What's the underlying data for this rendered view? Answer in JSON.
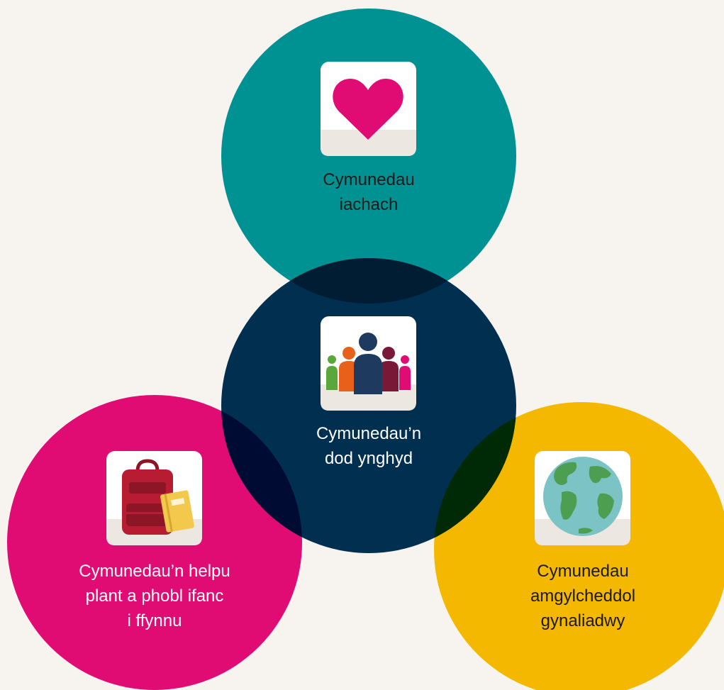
{
  "colors": {
    "background": "#f7f4f0",
    "teal": "#009192",
    "navy": "#002f50",
    "pink": "#e10b74",
    "yellow": "#f5b800",
    "icon_tile": "#ffffff",
    "icon_tile_base": "#ede7e1"
  },
  "circles": [
    {
      "id": "healthier",
      "color": "#009192",
      "icon": "heart-icon",
      "label_lines": [
        "Cymunedau",
        "iachach"
      ]
    },
    {
      "id": "together",
      "color": "#002f50",
      "icon": "people-group-icon",
      "label_lines": [
        "Cymunedau’n",
        "dod ynghyd"
      ]
    },
    {
      "id": "children",
      "color": "#e10b74",
      "icon": "backpack-book-icon",
      "label_lines": [
        "Cymunedau’n helpu",
        "plant a phobl ifanc",
        "i ffynnu"
      ]
    },
    {
      "id": "environment",
      "color": "#f5b800",
      "icon": "globe-icon",
      "label_lines": [
        "Cymunedau",
        "amgylcheddol",
        "gynaliadwy"
      ]
    }
  ]
}
